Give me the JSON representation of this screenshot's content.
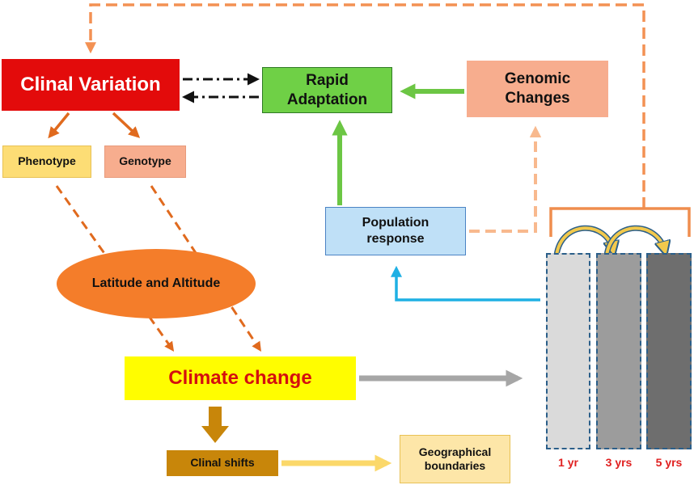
{
  "nodes": {
    "clinal_variation": "Clinal Variation",
    "rapid_adaptation": "Rapid Adaptation",
    "genomic_changes": "Genomic Changes",
    "phenotype": "Phenotype",
    "genotype": "Genotype",
    "latitude_altitude": "Latitude and Altitude",
    "population_response": "Population response",
    "climate_change": "Climate change",
    "clinal_shifts": "Clinal shifts",
    "geographical_boundaries": "Geographical boundaries"
  },
  "timeline": {
    "bars": [
      {
        "label": "1 yr",
        "shade": "#dadada"
      },
      {
        "label": "3 yrs",
        "shade": "#9c9c9c"
      },
      {
        "label": "5 yrs",
        "shade": "#6e6e6e"
      }
    ]
  },
  "colors": {
    "clinal_variation": "#e30b0b",
    "rapid_adaptation": "#6fd046",
    "genomic_changes": "#f7ad8e",
    "climate_change_fill": "#fffd00",
    "climate_change_text": "#d40f0f",
    "green_arrow": "#6cc644",
    "orange_arrow": "#f39153",
    "blue_arrow": "#1fb0e4",
    "grey_arrow": "#a6a6a6",
    "year_label": "#e02020"
  }
}
